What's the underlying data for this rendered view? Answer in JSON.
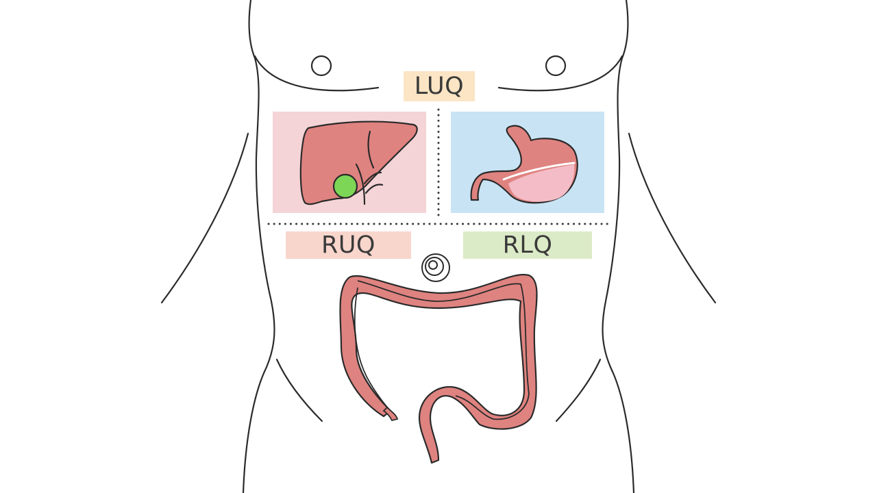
{
  "labels": {
    "luq": "LUQ",
    "ruq": "RUQ",
    "rlq": "RLQ"
  },
  "colors": {
    "luq_label_bg": "#fbe5c4",
    "ruq_label_bg": "#f8d6cc",
    "rlq_label_bg": "#dcebc7",
    "liver_panel_bg": "#f4d4d7",
    "stomach_panel_bg": "#c8e3f4",
    "organ_fill": "#df8380",
    "gallbladder_fill": "#7ed657",
    "stomach_inner_fill": "#f4bcc6",
    "outline": "#2a2a2a"
  },
  "icons": {
    "liver": "liver-icon",
    "gallbladder": "gallbladder-icon",
    "stomach": "stomach-icon",
    "colon": "large-intestine-icon",
    "navel": "navel-icon"
  }
}
